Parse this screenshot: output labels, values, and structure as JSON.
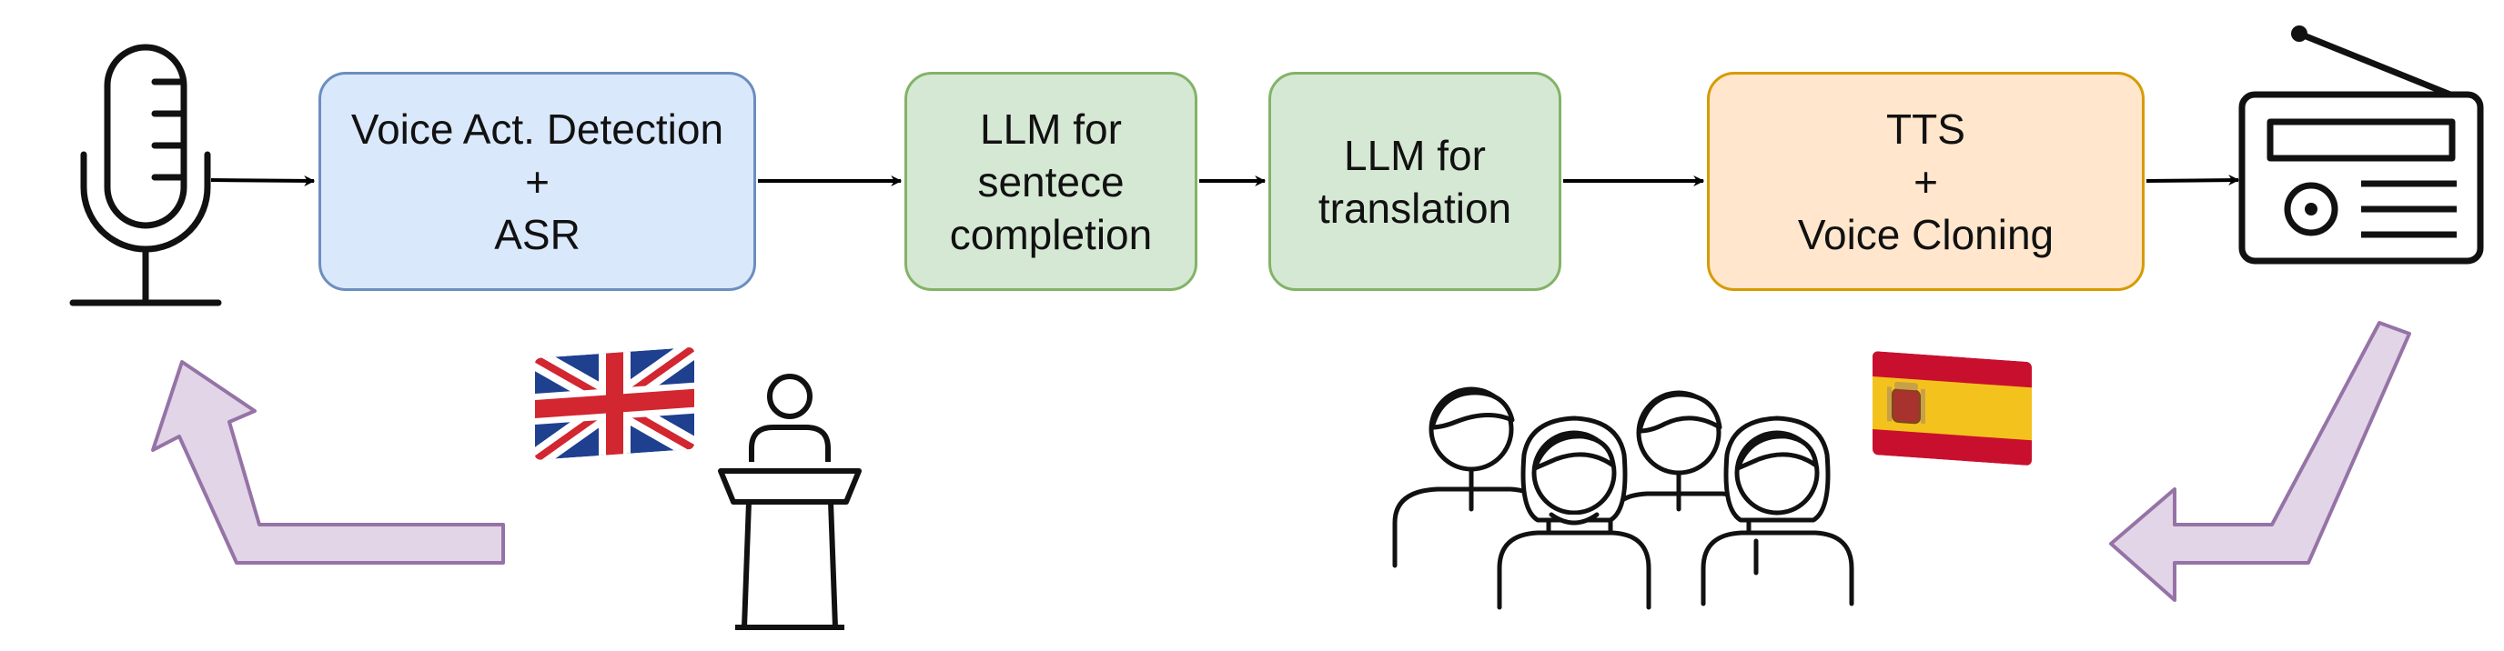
{
  "pipeline": {
    "vad_asr": {
      "line1": "Voice Act. Detection",
      "line2": "+",
      "line3": "ASR"
    },
    "sentence_completion": {
      "line1": "LLM for",
      "line2": "sentece",
      "line3": "completion"
    },
    "translation": {
      "line1": "LLM for",
      "line2": "translation"
    },
    "tts": {
      "line1": "TTS",
      "line2": "+",
      "line3": "Voice Cloning"
    }
  },
  "icons": {
    "input": "microphone-icon",
    "output": "radio-icon",
    "speaker": "speaker-at-podium-icon",
    "audience": "audience-icon",
    "source_language": "uk-flag-icon",
    "target_language": "spain-flag-icon"
  },
  "colors": {
    "asr_fill": "#dae8fc",
    "asr_stroke": "#6c8ebf",
    "llm_fill": "#d5e8d4",
    "llm_stroke": "#82b366",
    "tts_fill": "#ffe6cc",
    "tts_stroke": "#d79b00",
    "return_arrow_fill": "#e1d5e7",
    "return_arrow_stroke": "#9673a6"
  }
}
